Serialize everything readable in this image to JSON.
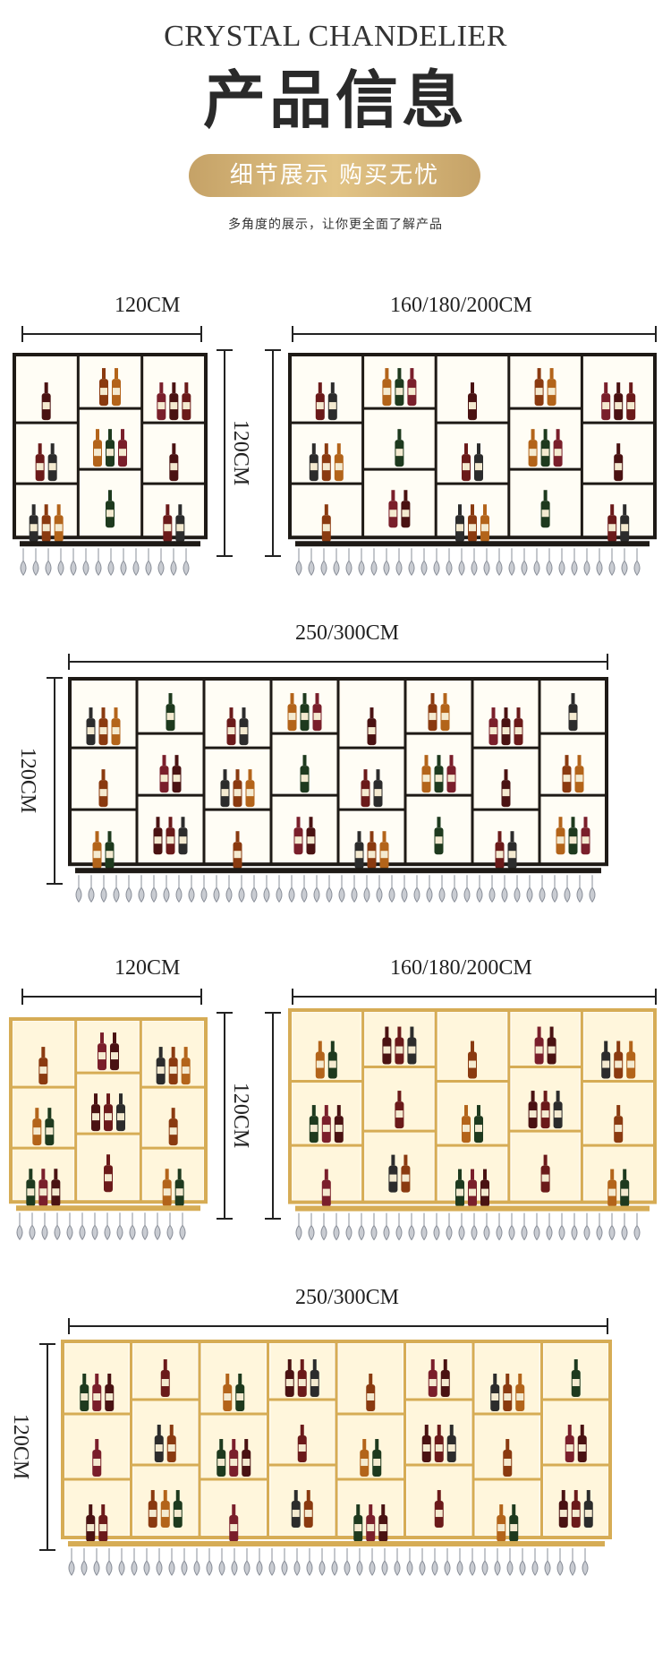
{
  "header": {
    "brand": "CRYSTAL CHANDELIER",
    "title": "产品信息",
    "badge": "细节展示 购买无忧",
    "subtitle": "多角度的展示，让你更全面了解产品"
  },
  "dimensions": {
    "w120": "120CM",
    "w160_200": "160/180/200CM",
    "w250_300": "250/300CM",
    "h120": "120CM"
  },
  "colors": {
    "black_frame": "#1e1a16",
    "gold_frame": "#d6ac55",
    "light": "#fff2cf"
  },
  "products": [
    {
      "finish": "black",
      "size": "120CM"
    },
    {
      "finish": "black",
      "size": "160/180/200CM"
    },
    {
      "finish": "black",
      "size": "250/300CM"
    },
    {
      "finish": "gold",
      "size": "120CM"
    },
    {
      "finish": "gold",
      "size": "160/180/200CM"
    },
    {
      "finish": "gold",
      "size": "250/300CM"
    }
  ]
}
